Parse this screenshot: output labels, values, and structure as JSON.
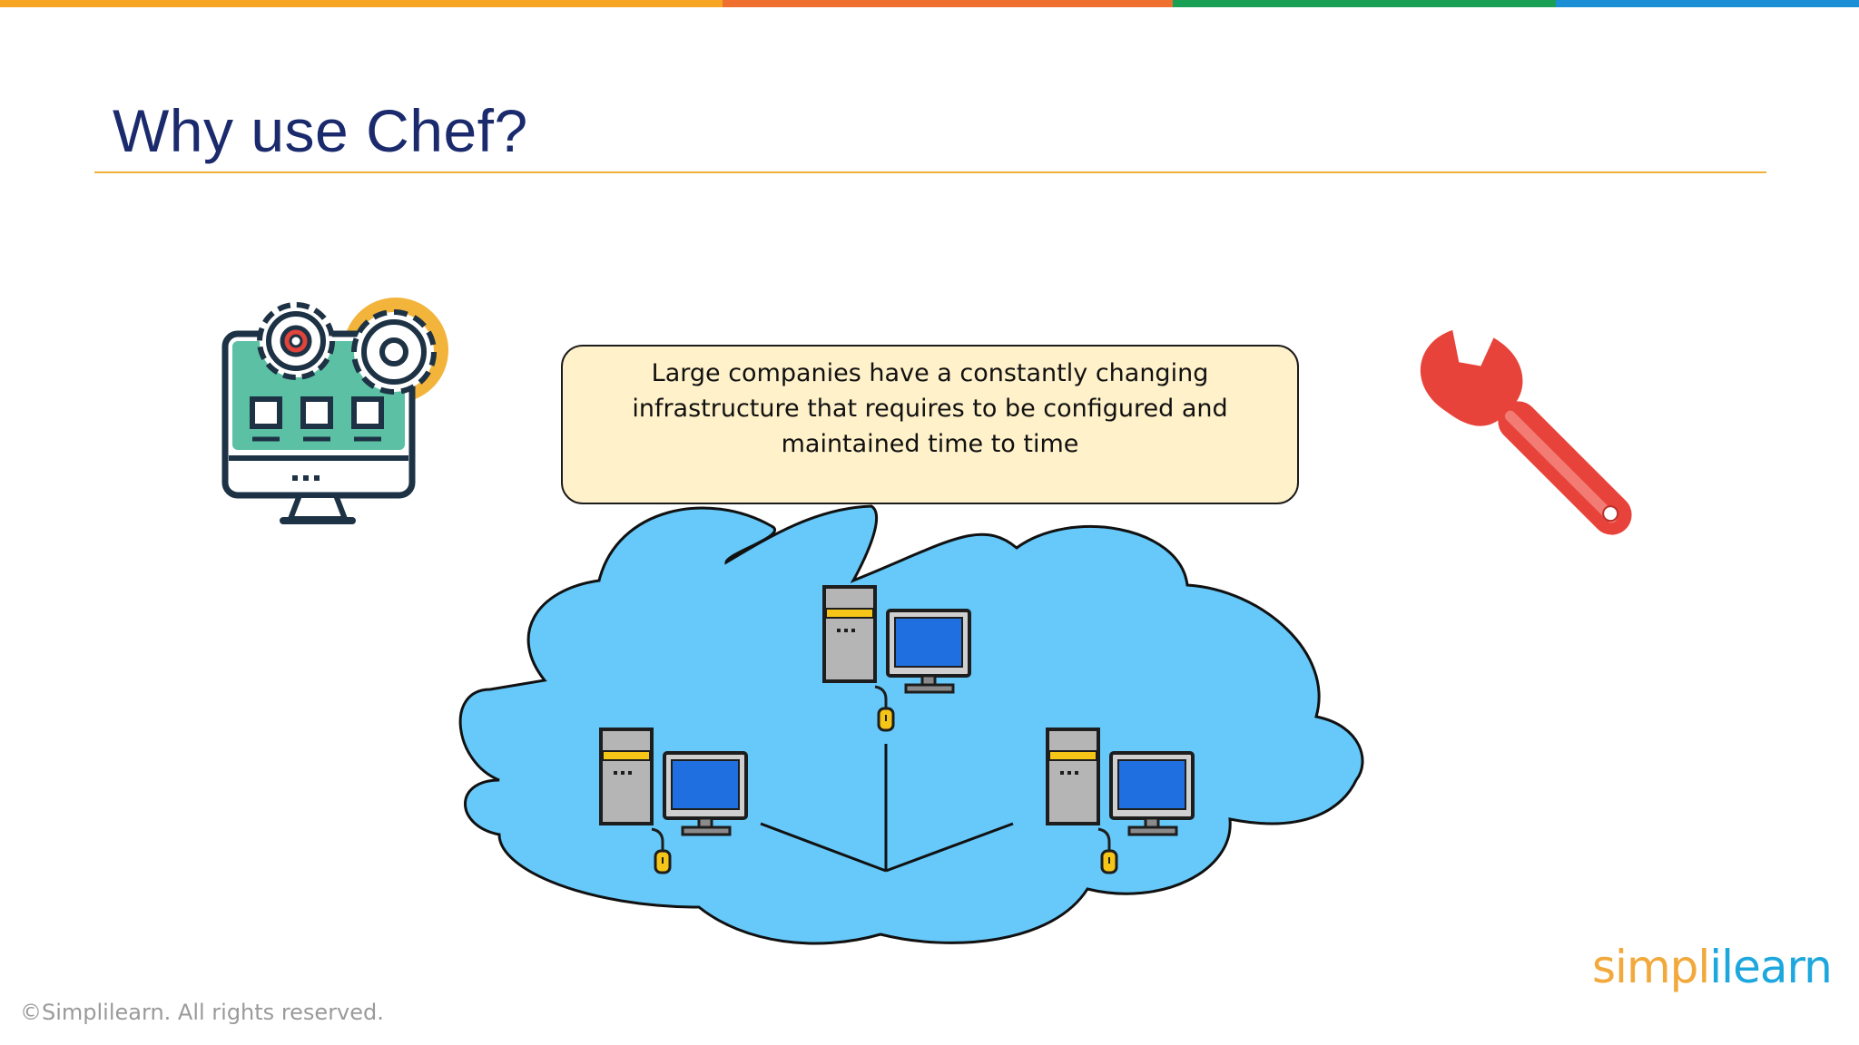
{
  "slide": {
    "title": "Why use Chef?",
    "callout_text": "Large companies have a constantly changing infrastructure that requires to be configured and maintained time to time",
    "copyright": "©Simplilearn. All rights reserved."
  },
  "logo": {
    "part1": "simpl",
    "part2": "ilearn",
    "full_text": "simplilearn"
  },
  "colors": {
    "title": "#1a2a6c",
    "rule": "#f0b13b",
    "callout_fill": "#fff1c9",
    "cloud_fill": "#66c9fa",
    "bar_segments": [
      "#f6a623",
      "#ef6f2e",
      "#1aa055",
      "#1a8fd6"
    ]
  },
  "icons": {
    "computer_gears": "computer-with-gears-icon",
    "wrench": "wrench-icon",
    "cloud": "cloud-network-icon",
    "computer": "desktop-computer-icon"
  }
}
